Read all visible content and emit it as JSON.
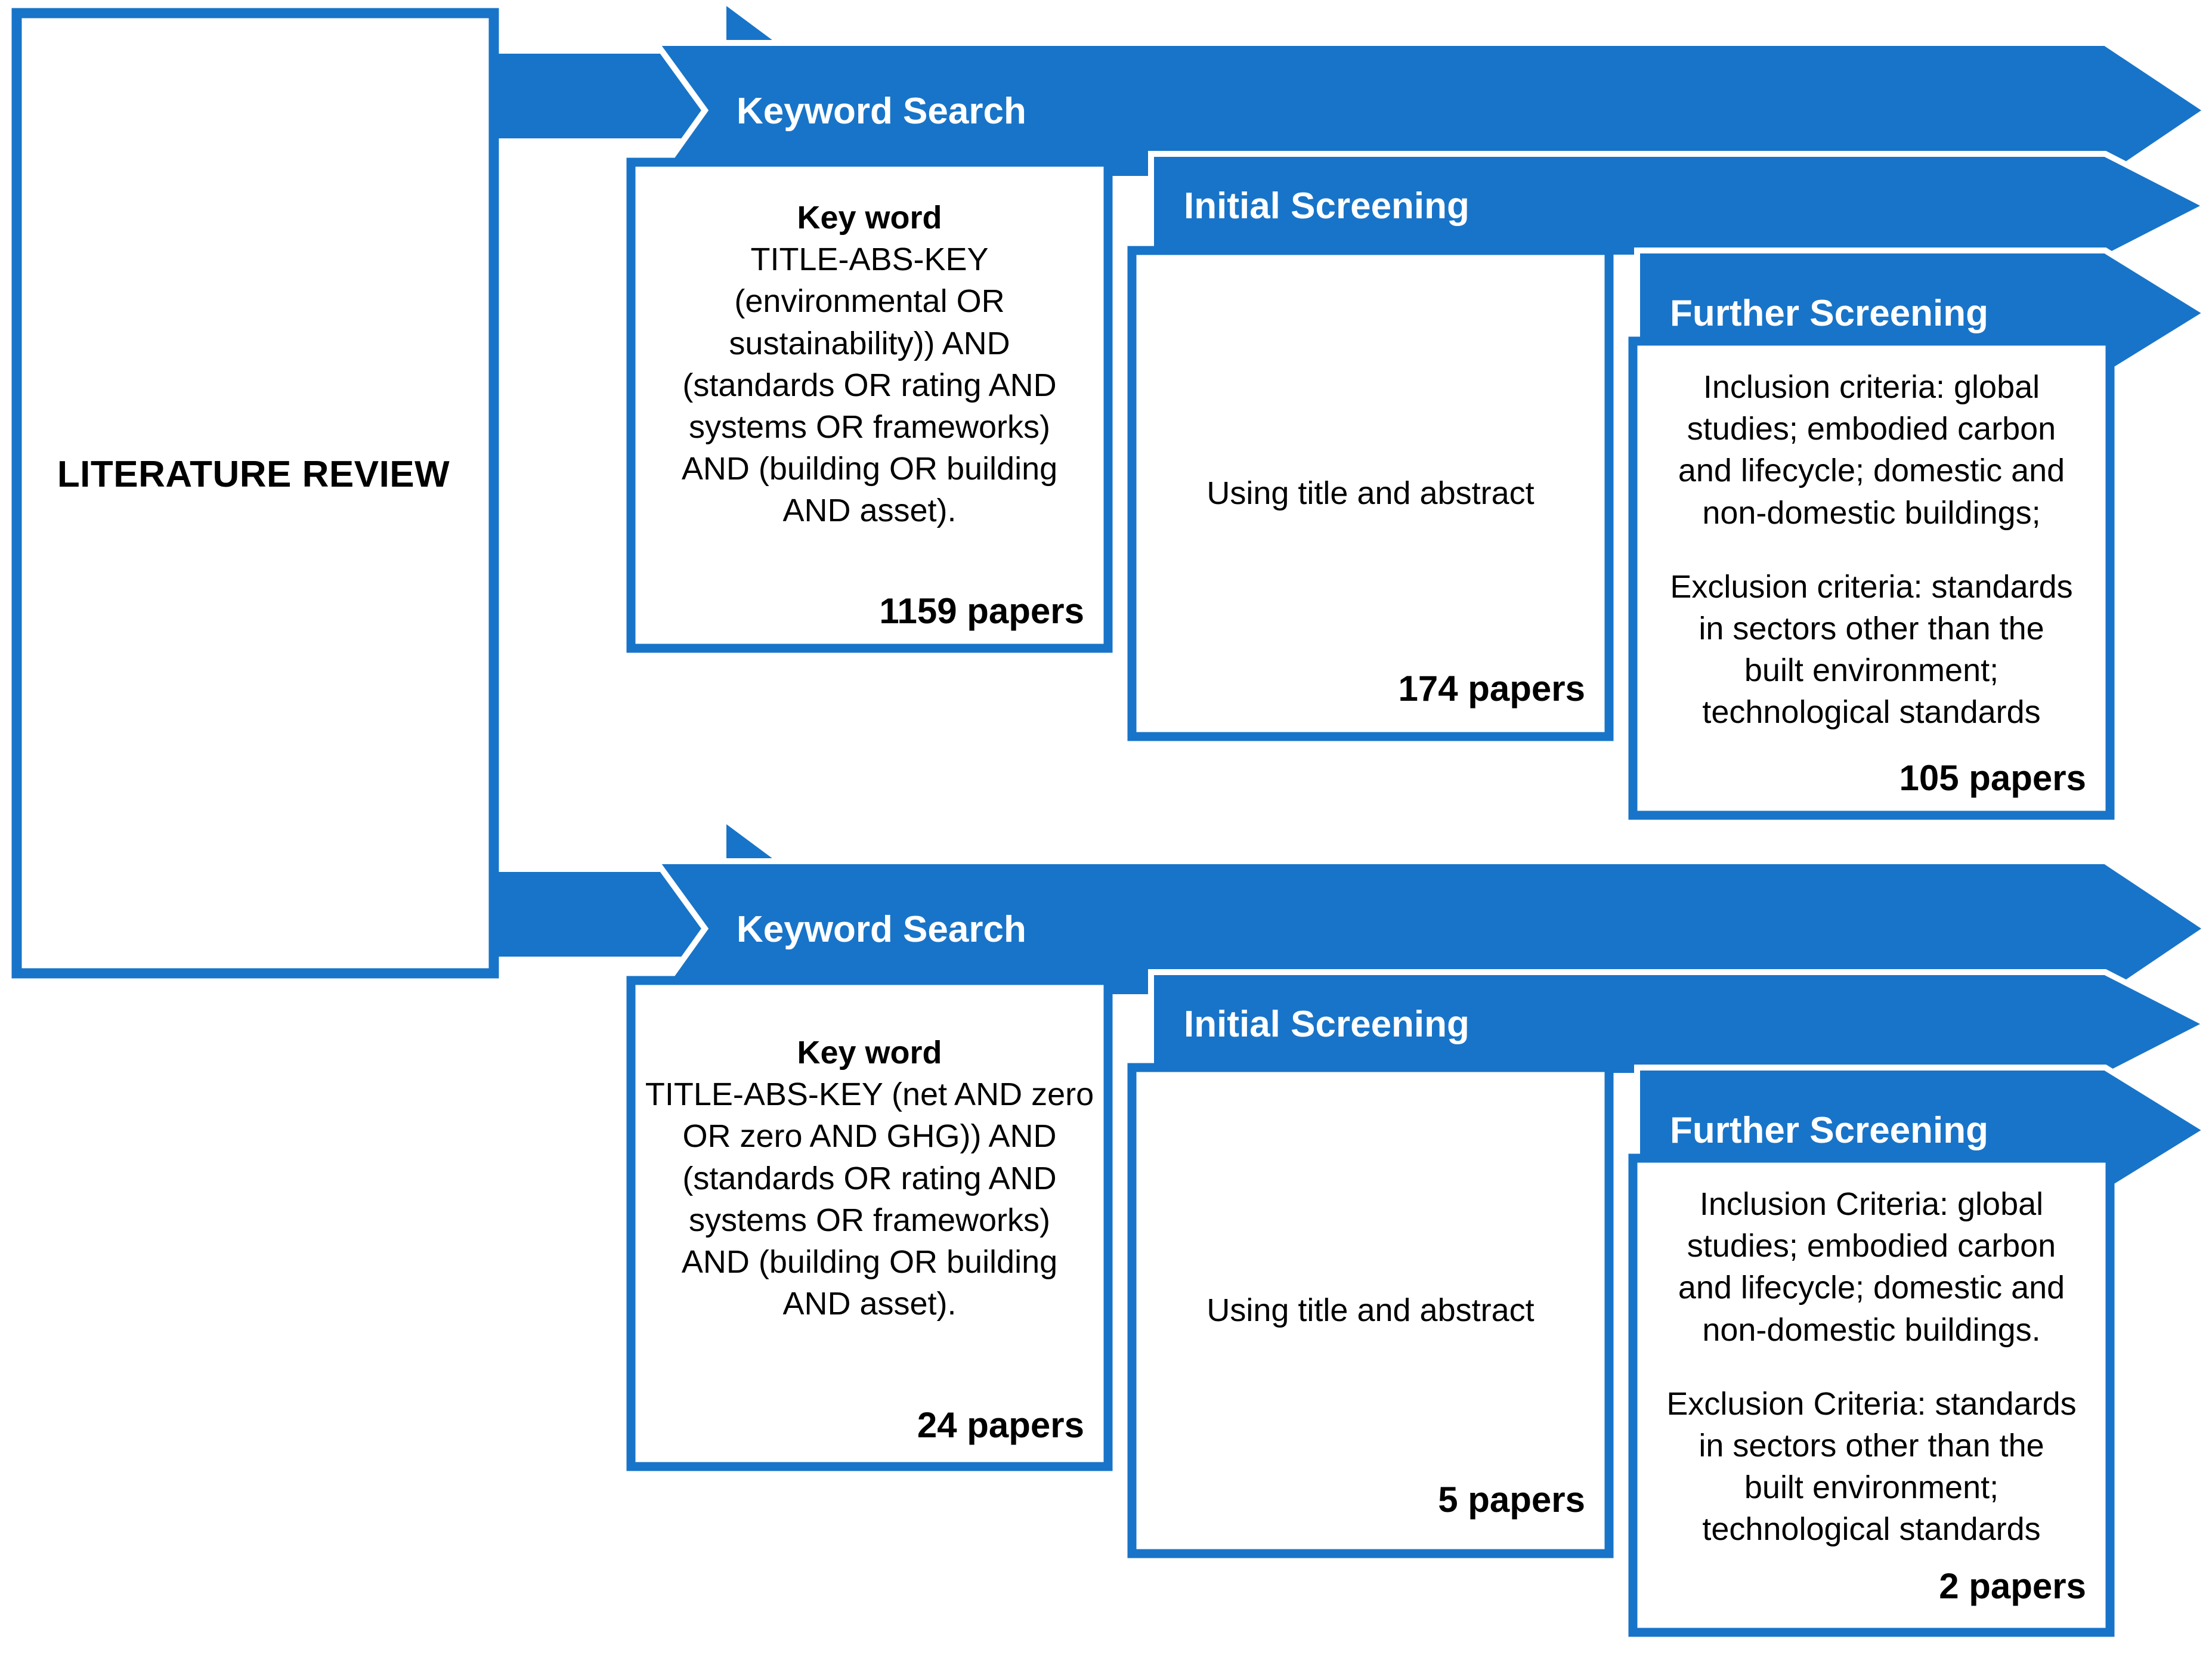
{
  "colors": {
    "accent_blue": "#1874C8",
    "box_border_blue": "#1874C8",
    "background": "#FFFFFF",
    "text_black": "#000000",
    "arrow_label_white": "#FFFFFF"
  },
  "source_box": {
    "label": "LITERATURE REVIEW"
  },
  "rows": [
    {
      "id": "row-1",
      "stages": [
        {
          "id": "keyword-search-1",
          "arrow_label": "Keyword Search",
          "box": {
            "heading": "Key word",
            "body_lines": [
              "TITLE-ABS-KEY",
              "(environmental OR",
              "sustainability)) AND",
              "(standards OR rating AND",
              "systems OR frameworks)",
              "AND (building OR building",
              "AND asset)."
            ],
            "count": "1159 papers"
          }
        },
        {
          "id": "initial-screening-1",
          "arrow_label": "Initial Screening",
          "box": {
            "heading": "",
            "body_lines": [
              "Using title and abstract"
            ],
            "count": "174 papers"
          }
        },
        {
          "id": "further-screening-1",
          "arrow_label": "Further Screening",
          "box": {
            "heading": "",
            "body_lines": [
              "Inclusion criteria: global",
              "studies; embodied carbon",
              "and lifecycle; domestic and",
              "non-domestic buildings;",
              "",
              "Exclusion criteria: standards",
              "in sectors other than the",
              "built environment;",
              "technological standards"
            ],
            "count": "105 papers"
          }
        }
      ]
    },
    {
      "id": "row-2",
      "stages": [
        {
          "id": "keyword-search-2",
          "arrow_label": "Keyword Search",
          "box": {
            "heading": "Key word",
            "body_lines": [
              "TITLE-ABS-KEY (net AND zero",
              "OR zero AND GHG)) AND",
              "(standards OR rating AND",
              "systems OR frameworks)",
              "AND (building OR building",
              "AND asset)."
            ],
            "count": "24 papers"
          }
        },
        {
          "id": "initial-screening-2",
          "arrow_label": "Initial Screening",
          "box": {
            "heading": "",
            "body_lines": [
              "Using title and abstract"
            ],
            "count": "5 papers"
          }
        },
        {
          "id": "further-screening-2",
          "arrow_label": "Further Screening",
          "box": {
            "heading": "",
            "body_lines": [
              "Inclusion Criteria: global",
              "studies; embodied carbon",
              "and lifecycle; domestic and",
              "non-domestic buildings.",
              "",
              "Exclusion Criteria: standards",
              "in sectors other than the",
              "built environment;",
              "technological standards"
            ],
            "count": "2 papers"
          }
        }
      ]
    }
  ]
}
